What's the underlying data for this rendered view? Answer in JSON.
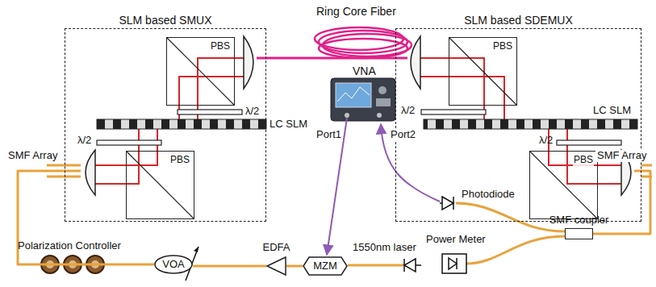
{
  "diagram": {
    "nodes": [
      {
        "text": [
          "SLM based SMUX"
        ]
      },
      {
        "text": [
          "PBS"
        ],
        "in": 0
      },
      {
        "text": [
          "PBS"
        ],
        "in": 0
      },
      {
        "text": [
          "SLM based SDEMUX"
        ]
      },
      {
        "text": [
          "PBS"
        ],
        "in": 3
      },
      {
        "text": [
          "PBS"
        ],
        "in": 3
      },
      {
        "text": [
          "VOA"
        ]
      },
      {
        "text": [
          "EDFA"
        ]
      },
      {
        "text": [
          "MZM"
        ]
      },
      {
        "text": [
          "SMF coupler"
        ]
      }
    ],
    "edges": [
      {
        "from": 0,
        "to": 3,
        "arrow": "none"
      },
      {
        "from": 8,
        "to": 7,
        "arrow": "none"
      },
      {
        "from": 7,
        "to": 6,
        "arrow": "none"
      },
      {
        "from": 6,
        "to": 0,
        "arrow": "none"
      },
      {
        "from": 3,
        "to": 9,
        "arrow": "none"
      }
    ],
    "labels": [
      "Ring Core Fiber",
      "λ/2",
      "LC SLM",
      "λ/2",
      "SMF Array",
      "λ/2",
      "LC SLM",
      "λ/2",
      "SMF Array",
      "VNA",
      "Port1",
      "Port2",
      "Photodiode",
      "Power Meter",
      "Polarization Controller",
      "1550nm laser"
    ]
  }
}
